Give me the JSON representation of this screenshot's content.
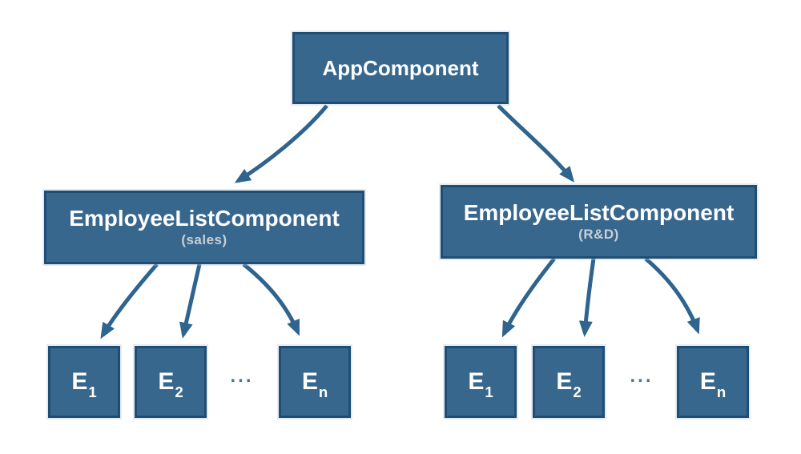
{
  "colors": {
    "background": "#FFFFFF",
    "box_fill": "#38678E",
    "box_border": "#1E4E76",
    "arrow": "#2E648E",
    "label_text": "#FFFFFF",
    "sublabel_text": "#C7D0D8",
    "ellipsis": "#4D7499"
  },
  "root": {
    "label": "AppComponent"
  },
  "branches": [
    {
      "label": "EmployeeListComponent",
      "sublabel": "(sales)",
      "ellipsis": "...",
      "children": [
        {
          "base": "E",
          "sub": "1"
        },
        {
          "base": "E",
          "sub": "2"
        },
        {
          "base": "E",
          "sub": "n"
        }
      ]
    },
    {
      "label": "EmployeeListComponent",
      "sublabel": "(R&D)",
      "ellipsis": "...",
      "children": [
        {
          "base": "E",
          "sub": "1"
        },
        {
          "base": "E",
          "sub": "2"
        },
        {
          "base": "E",
          "sub": "n"
        }
      ]
    }
  ]
}
